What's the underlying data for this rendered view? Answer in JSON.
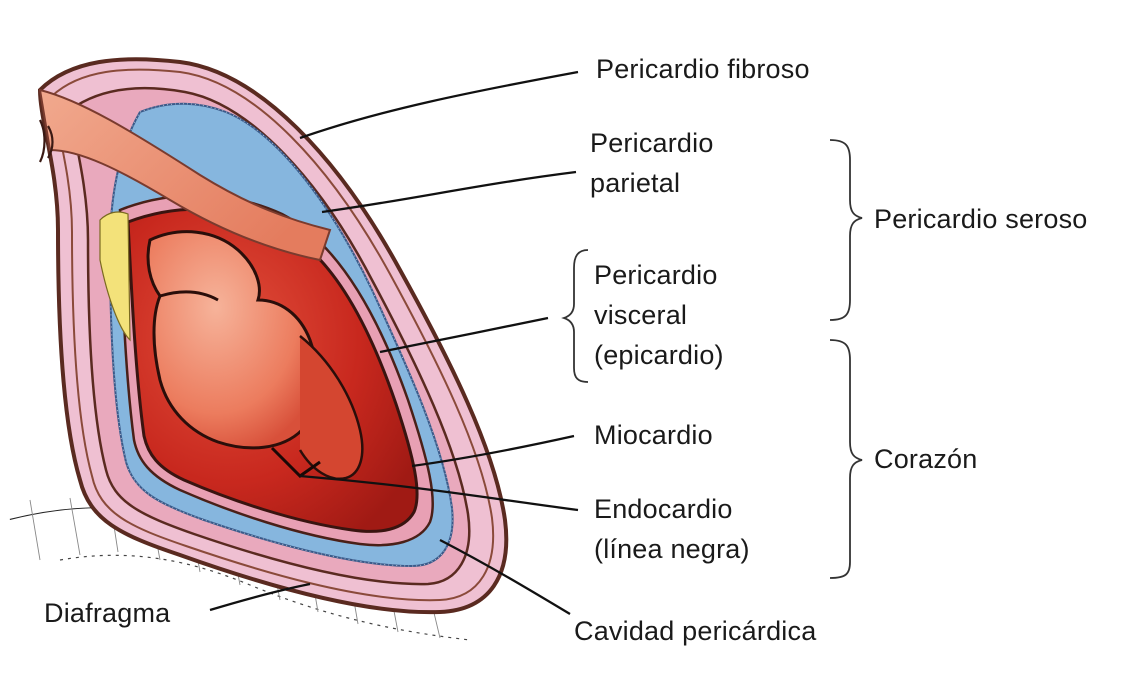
{
  "labels": {
    "pericardio_fibroso": "Pericardio fibroso",
    "pericardio_parietal_1": "Pericardio",
    "pericardio_parietal_2": "parietal",
    "pericardio_seroso": "Pericardio seroso",
    "pericardio_visceral_1": "Pericardio",
    "pericardio_visceral_2": "visceral",
    "pericardio_visceral_3": "(epicardio)",
    "miocardio": "Miocardio",
    "corazon": "Corazón",
    "endocardio_1": "Endocardio",
    "endocardio_2": "(línea negra)",
    "diafragma": "Diafragma",
    "cavidad_pericardica": "Cavidad pericárdica"
  },
  "colors": {
    "fibrous_outer": "#7a3b2e",
    "fibrous_fill": "#e8b4c8",
    "cavity_blue": "#7fb0dc",
    "serous_pink": "#e6a6b8",
    "myocardium": "#c8281e",
    "myocardium_light": "#e8604a",
    "chamber": "#ee8a6a",
    "vessel": "#f3b09a",
    "yellow_fat": "#f5e27a",
    "leader_line": "#111111",
    "text": "#1a1a1a"
  }
}
